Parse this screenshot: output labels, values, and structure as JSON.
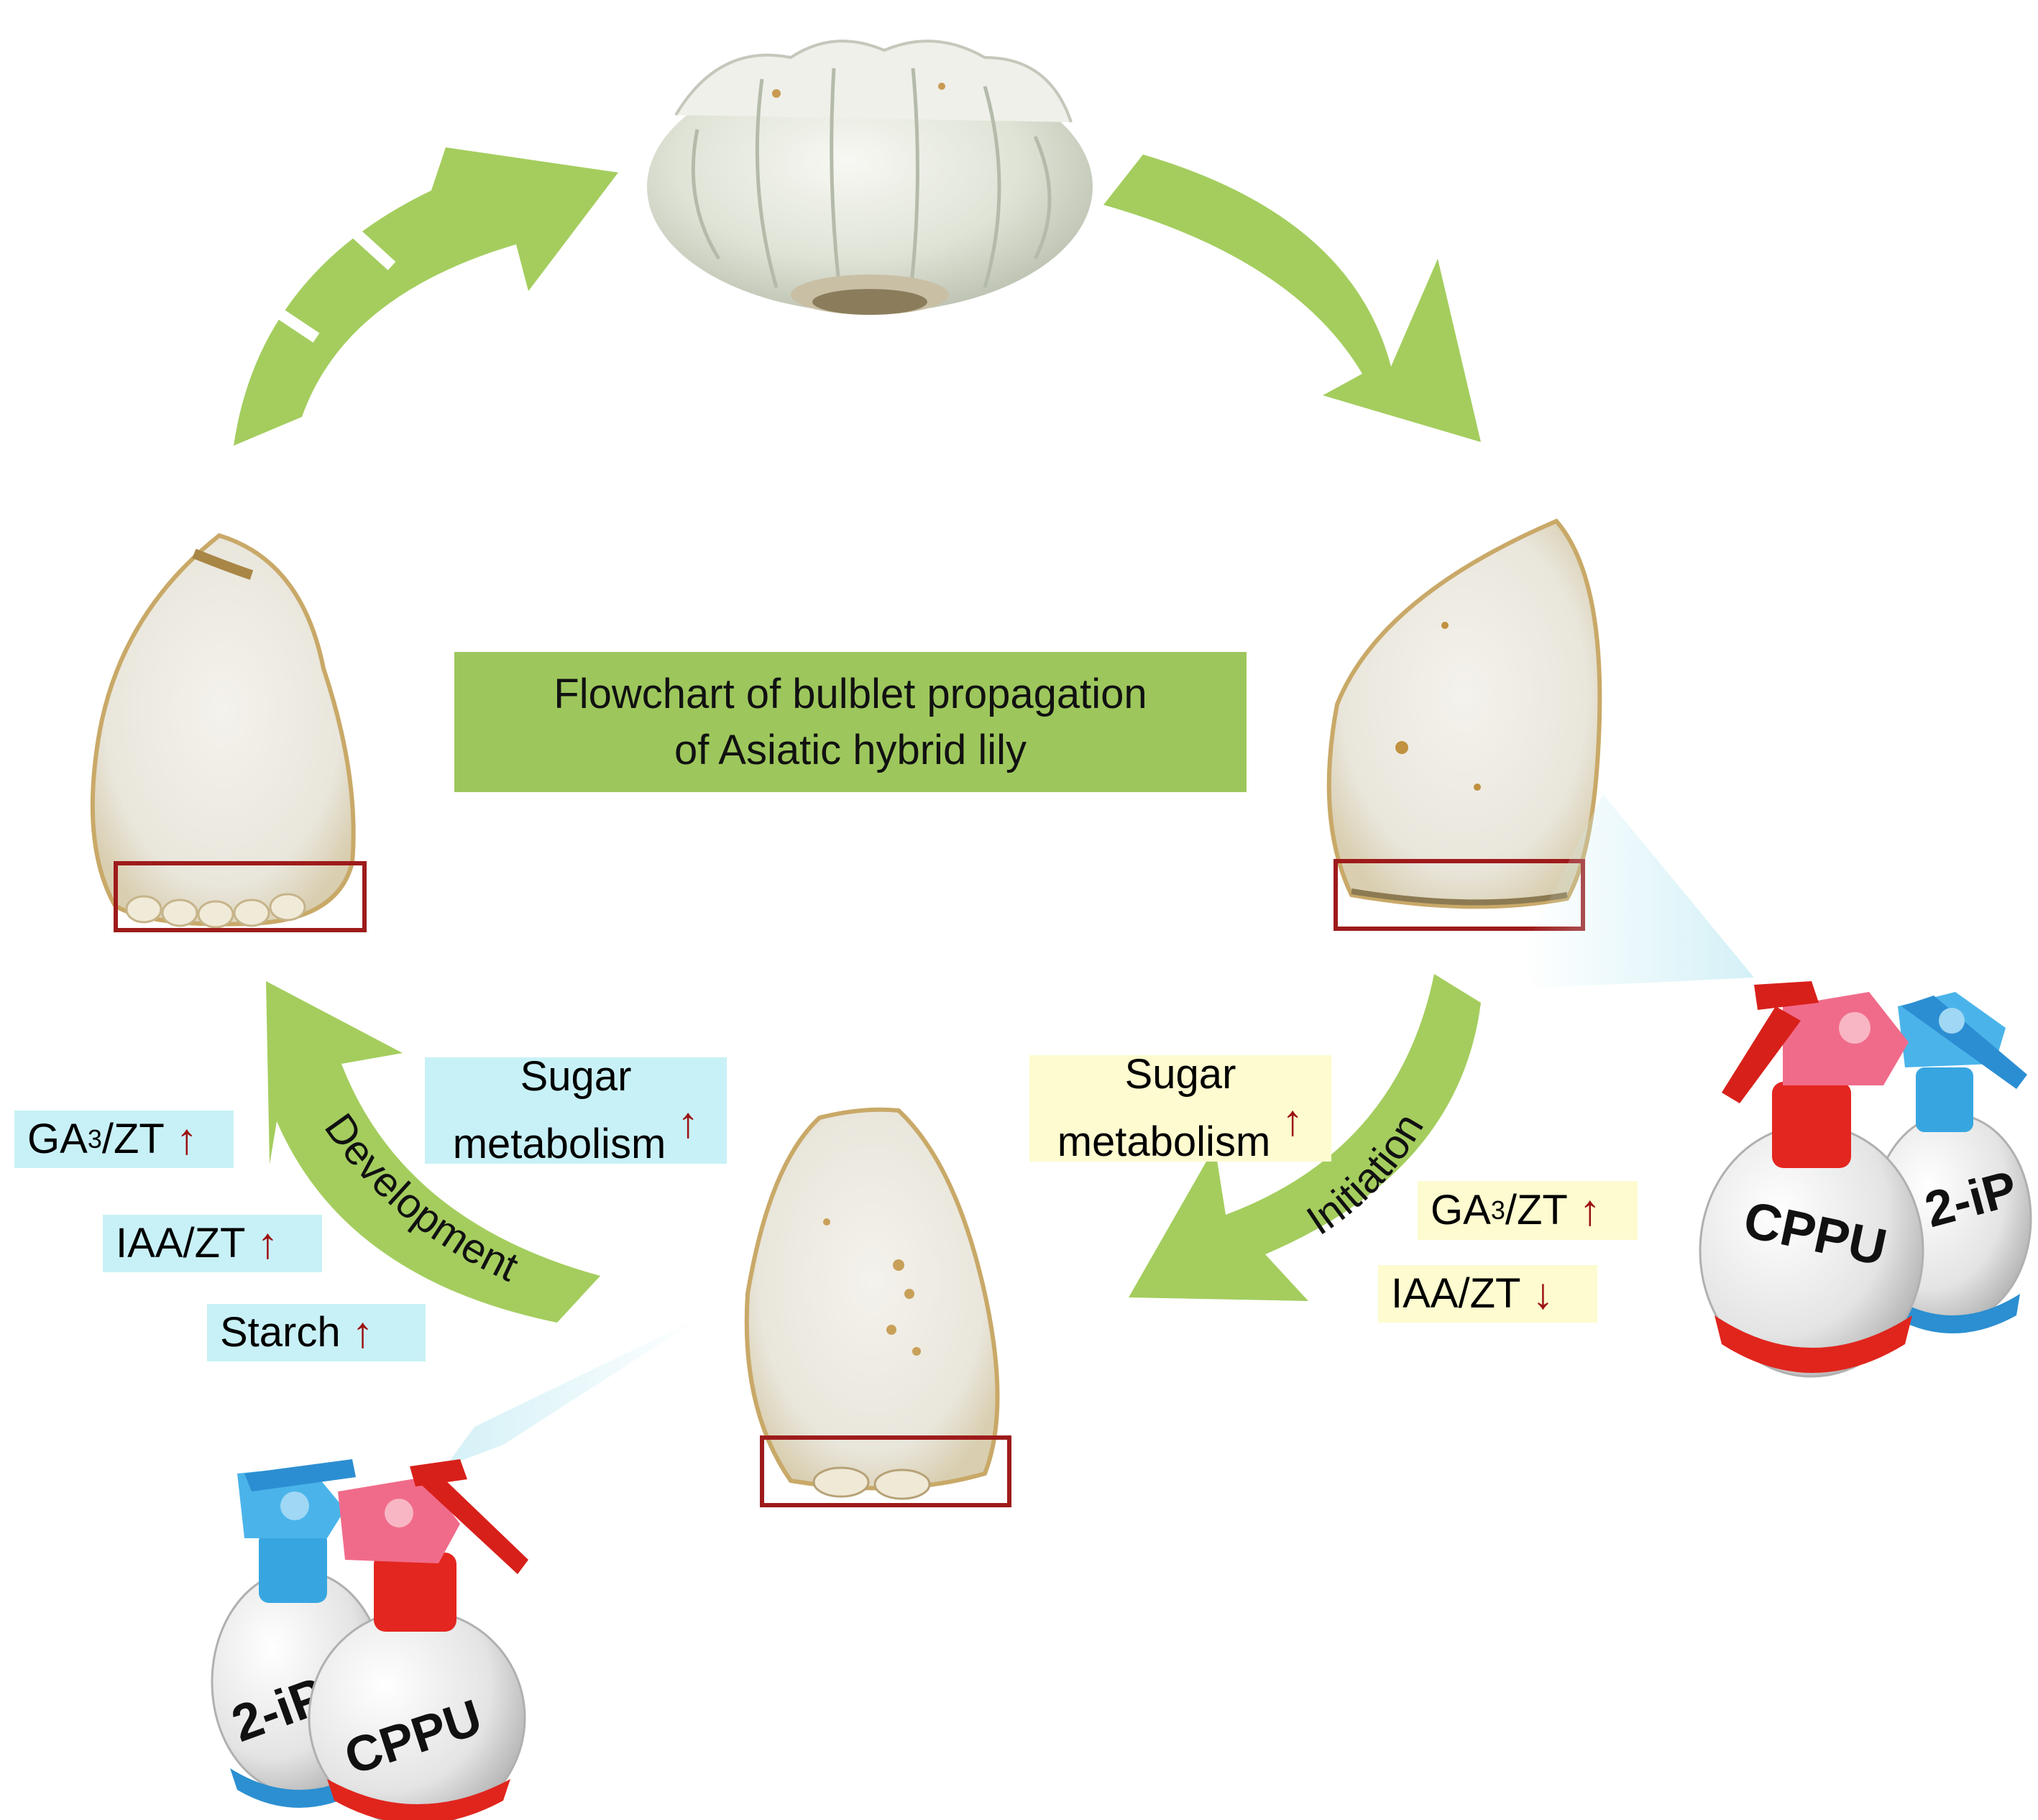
{
  "title": {
    "line1": "Flowchart of bulblet propagation",
    "line2": "of Asiatic hybrid lily"
  },
  "arrows": {
    "development_label": "Development",
    "initiation_label": "Initiation"
  },
  "left_panel": {
    "sugar_line1": "Sugar",
    "sugar_line2": "metabolism",
    "ga3_prefix": "GA",
    "ga3_sub": "3",
    "ga3_suffix": "/ZT",
    "iaa": "IAA/ZT",
    "starch": "Starch"
  },
  "right_panel": {
    "sugar_line1": "Sugar",
    "sugar_line2": "metabolism",
    "ga3_prefix": "GA",
    "ga3_sub": "3",
    "ga3_suffix": "/ZT",
    "iaa": "IAA/ZT"
  },
  "indicators": {
    "up": "↑",
    "down": "↓"
  },
  "sprayers": {
    "label_a": "CPPU",
    "label_b": "2-iP"
  },
  "colors": {
    "arrow_green": "#a4cd5e",
    "title_green": "#9dc75c",
    "tag_blue": "#c8f1f7",
    "tag_yellow": "#fdfbcf",
    "box_red": "#9e1b1b",
    "indicator_red": "#9c1111"
  }
}
